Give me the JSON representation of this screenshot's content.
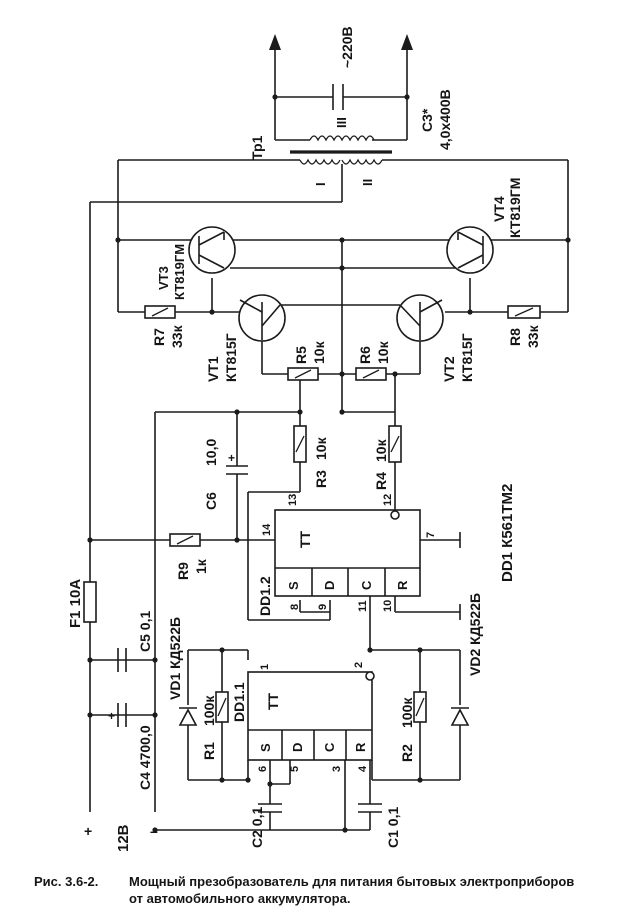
{
  "labels": {
    "ac_out": "~220В",
    "c3_ref": "C3*",
    "c3_val": "4,0x400В",
    "tr1": "Тр1",
    "w1": "I",
    "w2": "II",
    "w3": "III",
    "vt3_ref": "VT3",
    "vt3_type": "КТ819ГМ",
    "vt4_ref": "VT4",
    "vt4_type": "КТ819ГМ",
    "vt1_ref": "VT1",
    "vt1_type": "КТ815Г",
    "vt2_ref": "VT2",
    "vt2_type": "КТ815Г",
    "r7_ref": "R7",
    "r7_val": "33к",
    "r8_ref": "R8",
    "r8_val": "33к",
    "r5_ref": "R5",
    "r5_val": "10к",
    "r6_ref": "R6",
    "r6_val": "10к",
    "r3_ref": "R3",
    "r3_val": "10к",
    "r4_ref": "R4",
    "r4_val": "10к",
    "c6_ref": "C6",
    "c6_val": "10,0",
    "dd1_label": "DD1 К561ТМ2",
    "dd12_ref": "DD1.2",
    "dd11_ref": "DD1.1",
    "tt": "TT",
    "pin_s": "S",
    "pin_d": "D",
    "pin_c": "C",
    "pin_r": "R",
    "pin_13": "13",
    "pin_14": "14",
    "pin_12": "12",
    "pin_7": "7",
    "pin_8": "8",
    "pin_9": "9",
    "pin_11": "11",
    "pin_10": "10",
    "pin_1": "1",
    "pin_2": "2",
    "pin_6": "6",
    "pin_5": "5",
    "pin_3": "3",
    "pin_4": "4",
    "r9_ref": "R9",
    "r9_val": "1к",
    "f1": "F1  10А",
    "c5": "C5  0,1",
    "c4": "C4  4700,0",
    "vd1": "VD1 КД522Б",
    "vd2": "VD2  КД522Б",
    "r1_ref": "R1",
    "r1_val": "100к",
    "r2_ref": "R2",
    "r2_val": "100к",
    "c2": "C2  0,1",
    "c1": "C1  0,1",
    "v12": "12В",
    "plus": "+",
    "minus": "–",
    "plus_small": "+"
  },
  "caption": {
    "number": "Рис. 3.6-2.",
    "text": "Мощный презобразователь для питания бытовых электроприборов от автомобильного аккумулятора."
  }
}
